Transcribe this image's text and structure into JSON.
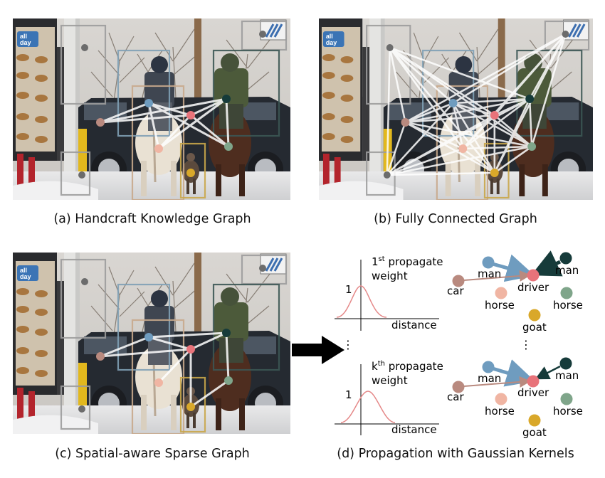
{
  "panels": [
    {
      "id": "a",
      "caption": "(a) Handcraft Knowledge Graph"
    },
    {
      "id": "b",
      "caption": "(b) Fully Connected Graph"
    },
    {
      "id": "c",
      "caption": "(c) Spatial-aware Sparse Graph"
    },
    {
      "id": "d",
      "caption": "(d) Propagation with Gaussian Kernels"
    }
  ],
  "photo_sign": {
    "line1": "all",
    "line2": "day"
  },
  "propagation": {
    "rows": [
      {
        "order": "1",
        "order_sup": "st",
        "title_rest": " propagate",
        "title_line2": "weight",
        "y_tick": "1",
        "x_label": "distance"
      },
      {
        "order": "k",
        "order_sup": "th",
        "title_rest": " propagate",
        "title_line2": "weight",
        "y_tick": "1",
        "x_label": "distance"
      }
    ],
    "ellipsis": "⋮",
    "nodes": {
      "man_left": "man",
      "man_right": "man",
      "car": "car",
      "driver": "driver",
      "horse_left": "horse",
      "horse_right": "horse",
      "goat": "goat"
    }
  },
  "colors": {
    "man_left": "#6f9cbf",
    "man_right": "#163b3a",
    "car": "#b98a7f",
    "driver": "#e8737a",
    "horse_left": "#f0b5a3",
    "horse_right": "#7fa58a",
    "goat": "#d9a82a",
    "gaussian": "#e58989",
    "box_gray": "#9c9c9c",
    "box_blue": "#7fa0b5",
    "box_dark": "#3c5754",
    "box_tan": "#c8a98c",
    "box_gold": "#c9a64a"
  }
}
